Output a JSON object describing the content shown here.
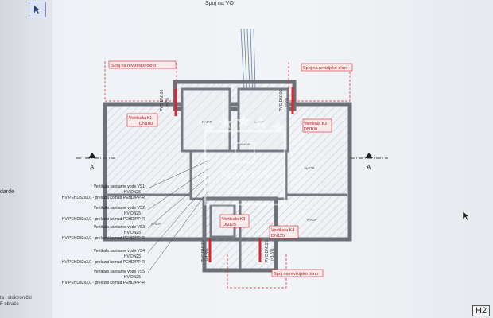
{
  "toolbar": {
    "select_tool_icon": "cursor-arrow-icon"
  },
  "top_label": "Spoj na VO",
  "side_panel": {
    "darde": "darde",
    "line_a": "ta i stoktronički",
    "line_b": "F obraće"
  },
  "section_marks": {
    "left": "A",
    "right": "A"
  },
  "revision_labels": {
    "top_left": "Spoj na revizijsko okno",
    "top_right": "Spoj na revizijsko okno",
    "bottom": "Spoj na revizijsko okno"
  },
  "pipes": {
    "top_left": [
      "PVC DN100",
      "i=2%"
    ],
    "top_right": [
      "PVC DN100",
      "i=2%"
    ],
    "bottom_left": [
      "PVC DN125",
      "i=1,5%"
    ],
    "bottom_right": [
      "PVC DN125",
      "i=1,5%"
    ]
  },
  "verticals": {
    "k1": [
      "Vertikala K1",
      "DN100"
    ],
    "k2": [
      "Vertikala K2",
      "DN100"
    ],
    "k3": [
      "Vertikala K3",
      "DN125"
    ],
    "k4": [
      "Vertikala K4",
      "DN125"
    ]
  },
  "room_labels": [
    "NADP",
    "NADP",
    "NADP",
    "NADP",
    "NADP",
    "NADP"
  ],
  "vs_groups": [
    [
      "Vertikala sanitarne vode VS1",
      "HV DN25",
      "HV PEHD32x3,0 - prelazni komad PEHD/PP-R"
    ],
    [
      "Vertikala sanitarne vode VS2",
      "HV DN25",
      "HV PEHD32x3,0 - prelazni komad PEHD/PP-R"
    ],
    [
      "Vertikala sanitarne vode VS3",
      "HV DN25",
      "HV PEHD32x3,0 - prelazni komad PEHD/PP-R"
    ],
    [
      "Vertikala sanitarne vode VS4",
      "HV DN25",
      "HV PEHD32x3,0 - prelazni komad PEHD/PP-R"
    ],
    [
      "Vertikala sanitarne vode VS5",
      "HV DN25",
      "HV PEHD32x3,0 - prelazni komad PEHD/PP-R"
    ]
  ],
  "watermark": {
    "brand": "MAXXIA",
    "sub": "REAL ESTATE"
  },
  "sheet_tag": "H2",
  "colors": {
    "accent_red": "#d8262e",
    "wall": "#8a8f96",
    "hatch": "#9aa0a8"
  }
}
